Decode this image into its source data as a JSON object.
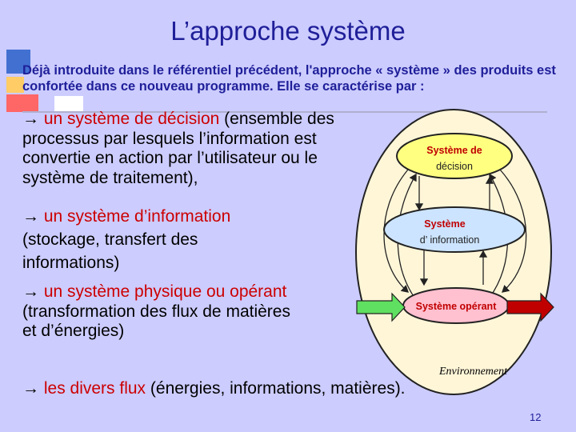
{
  "slide": {
    "title": "L’approche système",
    "intro": "Déjà introduite dans le référentiel précédent, l'approche « système » des produits est confortée dans ce nouveau programme. Elle se caractérise par :",
    "items": [
      {
        "arrow": "→ ",
        "highlight": "un système de décision",
        "rest": " (ensemble des processus par lesquels l’information est convertie en action par l’utilisateur ou le système de traitement),"
      },
      {
        "arrow": "→ ",
        "highlight": "un système d’information",
        "rest": " (stockage, transfert des informations)"
      },
      {
        "arrow": "→ ",
        "highlight": "un système physique ou opérant",
        "rest": " (transformation des flux de matières et d’énergies)"
      },
      {
        "arrow": "→ ",
        "highlight": "les divers flux",
        "rest": " (énergies, informations, matières)."
      }
    ],
    "page_number": "12"
  },
  "diagram": {
    "decision_label_1": "Système de",
    "decision_label_2": "décision",
    "information_label_1": "Système",
    "information_label_2": "d’ information",
    "operant_label": "Système opérant",
    "environment_label": "Environnement",
    "colors": {
      "decision_fill": "#ffff80",
      "information_fill": "#cce4ff",
      "operant_fill": "#ffc0d0",
      "environment_fill": "#fff6d8",
      "inflow_arrow": "#60e060",
      "outflow_arrow": "#c00000",
      "label_color": "#c00000"
    }
  }
}
